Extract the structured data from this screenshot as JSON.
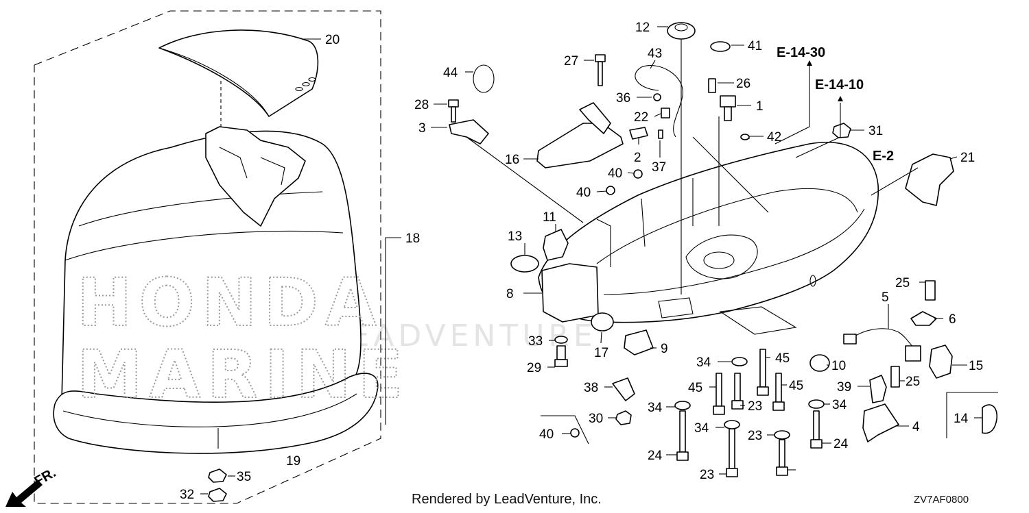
{
  "watermark": {
    "line1": "HONDA",
    "line2": "MARINE",
    "overlay": "LEADVENTURE"
  },
  "footer": {
    "rendered_by": "Rendered by LeadVenture, Inc.",
    "drawing_code": "ZV7AF0800"
  },
  "direction_label": "FR.",
  "references": [
    "E-14-30",
    "E-14-10",
    "E-2"
  ],
  "callouts": [
    "20",
    "18",
    "19",
    "35",
    "32",
    "12",
    "41",
    "43",
    "27",
    "44",
    "28",
    "36",
    "26",
    "1",
    "22",
    "3",
    "16",
    "2",
    "37",
    "42",
    "31",
    "40",
    "40",
    "21",
    "11",
    "13",
    "8",
    "25",
    "5",
    "6",
    "33",
    "17",
    "9",
    "10",
    "15",
    "29",
    "34",
    "45",
    "45",
    "45",
    "38",
    "23",
    "39",
    "25",
    "34",
    "14",
    "30",
    "34",
    "34",
    "4",
    "40",
    "23",
    "24",
    "24",
    "23"
  ]
}
